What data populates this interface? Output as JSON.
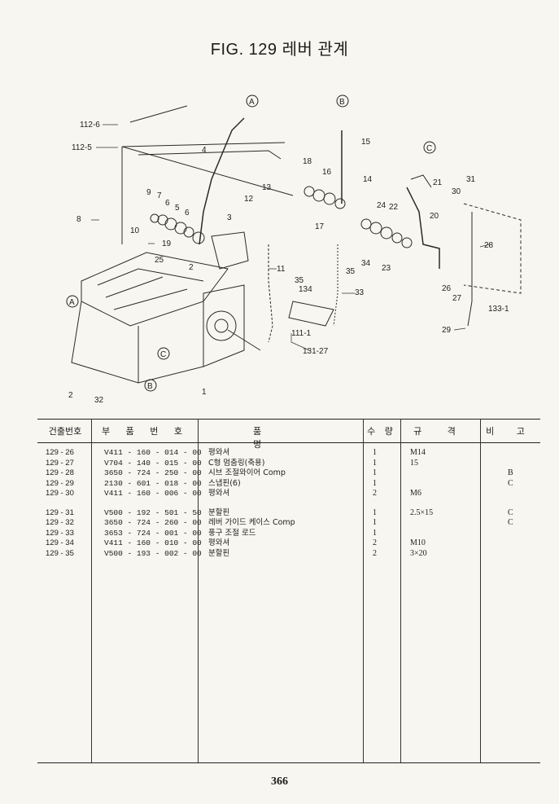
{
  "title": "FIG. 129 레버 관계",
  "callouts": {
    "A": "A",
    "B": "B",
    "C": "C",
    "l112_6": "112-6",
    "l112_5": "112-5",
    "l4": "4",
    "l15": "15",
    "l18": "18",
    "l16": "16",
    "l14": "14",
    "l21": "21",
    "l31": "31",
    "l30": "30",
    "l9": "9",
    "l7": "7",
    "l6a": "6",
    "l5": "5",
    "l6b": "6",
    "l13": "13",
    "l12": "12",
    "l3": "3",
    "l24": "24",
    "l22": "22",
    "l20": "20",
    "l17": "17",
    "l28": "28",
    "l8": "8",
    "l10": "10",
    "l19": "19",
    "l25": "25",
    "l2a": "2",
    "l11": "11",
    "l35": "35",
    "l134": "134",
    "l34": "34",
    "l23": "23",
    "l35b": "35",
    "l33": "33",
    "l26": "26",
    "l27": "27",
    "l133_1": "133-1",
    "l111_1": "111-1",
    "l131_27": "131-27",
    "l29": "29",
    "l2b": "2",
    "l32": "32",
    "l1": "1"
  },
  "table": {
    "headers": {
      "no": "건출번호",
      "part": "부 품 번 호",
      "name": "품 명",
      "qty": "수 량",
      "spec": "규 격",
      "remark": "비 고"
    },
    "groups": [
      [
        {
          "no": "129 - 26",
          "part": "V411 - 160 - 014 - 00",
          "name": "평와셔",
          "qty": "1",
          "spec": "M14",
          "remark": ""
        },
        {
          "no": "129 - 27",
          "part": "V704 - 140 - 015 - 00",
          "name": "C형 멈춤링(축용)",
          "qty": "1",
          "spec": "15",
          "remark": ""
        },
        {
          "no": "129 - 28",
          "part": "3650 - 724 - 250 - 00",
          "name": "시브 조절와이어 Comp",
          "qty": "1",
          "spec": "",
          "remark": "B"
        },
        {
          "no": "129 - 29",
          "part": "2130 - 601 - 018 - 00",
          "name": "스냅핀(6)",
          "qty": "1",
          "spec": "",
          "remark": "C"
        },
        {
          "no": "129 - 30",
          "part": "V411 - 160 - 006 - 00",
          "name": "평와셔",
          "qty": "2",
          "spec": "M6",
          "remark": ""
        }
      ],
      [
        {
          "no": "129 - 31",
          "part": "V500 - 192 - 501 - 50",
          "name": "분할핀",
          "qty": "1",
          "spec": "2.5×15",
          "remark": "C"
        },
        {
          "no": "129 - 32",
          "part": "3650 - 724 - 260 - 00",
          "name": "레버 가이드 케이스 Comp",
          "qty": "1",
          "spec": "",
          "remark": "C"
        },
        {
          "no": "129 - 33",
          "part": "3653 - 724 - 001 - 00",
          "name": "풍구 조절 로드",
          "qty": "1",
          "spec": "",
          "remark": ""
        },
        {
          "no": "129 - 34",
          "part": "V411 - 160 - 010 - 00",
          "name": "평와셔",
          "qty": "2",
          "spec": "M10",
          "remark": ""
        },
        {
          "no": "129 - 35",
          "part": "V500 - 193 - 002 - 00",
          "name": "분할핀",
          "qty": "2",
          "spec": "3×20",
          "remark": ""
        }
      ]
    ]
  },
  "page_number": "366"
}
